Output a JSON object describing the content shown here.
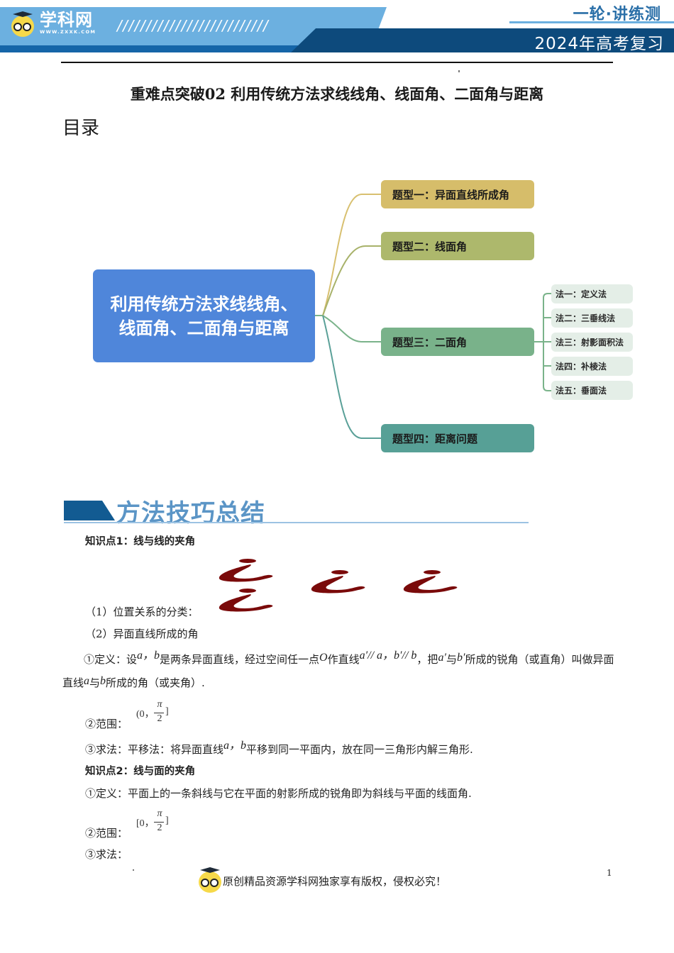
{
  "header": {
    "logo_text": "学科网",
    "logo_url": "WWW.ZXXK.COM",
    "slashes": "//////////////////////////",
    "tagline": "一轮·讲练测",
    "year_label": "2024年高考复习"
  },
  "document": {
    "title": "重难点突破02 利用传统方法求线线角、线面角、二面角与距离",
    "toc_heading": "目录"
  },
  "mindmap": {
    "root": "利用传统方法求线线角、线面角、二面角与距离",
    "branches": [
      {
        "label": "题型一：异面直线所成角",
        "color": "#d6bd6a",
        "line": "#d8c070"
      },
      {
        "label": "题型二：线面角",
        "color": "#adb86c",
        "line": "#a8b26a"
      },
      {
        "label": "题型三：二面角",
        "color": "#79b28a",
        "line": "#7ab38a",
        "children": [
          "法一：定义法",
          "法二：三垂线法",
          "法三：射影面积法",
          "法四：补棱法",
          "法五：垂面法"
        ]
      },
      {
        "label": "题型四：距离问题",
        "color": "#57a096",
        "line": "#5aa098"
      }
    ]
  },
  "section": {
    "title": "方法技巧总结"
  },
  "content": {
    "kp1_heading": "知识点1：线与线的夹角",
    "kp1_item1": "（1）位置关系的分类：",
    "kp1_item2": "（2）异面直线所成的角",
    "kp1_def_a": "①定义：设",
    "kp1_def_vars1": "a，b",
    "kp1_def_b": "是两条异面直线，经过空间任一点",
    "kp1_def_O": "O",
    "kp1_def_c": "作直线",
    "kp1_def_vars2": "a′// a，b′// b",
    "kp1_def_d": "，把",
    "kp1_def_ap": "a′",
    "kp1_def_e": "与",
    "kp1_def_bp": "b′",
    "kp1_def_f": "所成的锐角（或",
    "kp1_def_g": "直角）叫做异面直线",
    "kp1_def_va": "a",
    "kp1_def_h": "与",
    "kp1_def_vb": "b",
    "kp1_def_i": "所成的角（或夹角）.",
    "kp1_range_label": "②范围：",
    "kp1_range": {
      "left": "(0，",
      "num": "π",
      "den": "2",
      "right": "]"
    },
    "kp1_method_a": "③求法：平移法：将异面直线",
    "kp1_method_vars": "a，b",
    "kp1_method_b": "平移到同一平面内，放在同一三角形内解三角形.",
    "kp2_heading": "知识点2：线与面的夹角",
    "kp2_def": "①定义：平面上的一条斜线与它在平面的射影所成的锐角即为斜线与平面的线面角.",
    "kp2_range_label": "②范围：",
    "kp2_range": {
      "left": "[0，",
      "num": "π",
      "den": "2",
      "right": "]"
    },
    "kp2_method": "③求法："
  },
  "footer": {
    "copyright": "原创精品资源学科网独家享有版权，侵权必究！",
    "page_number": "1"
  },
  "colors": {
    "banner_light": "#6cb0e0",
    "banner_dark": "#0d4a7c",
    "root_node": "#4f86da",
    "section_title": "#5b95c6",
    "swirl": "#7a0a0a"
  }
}
